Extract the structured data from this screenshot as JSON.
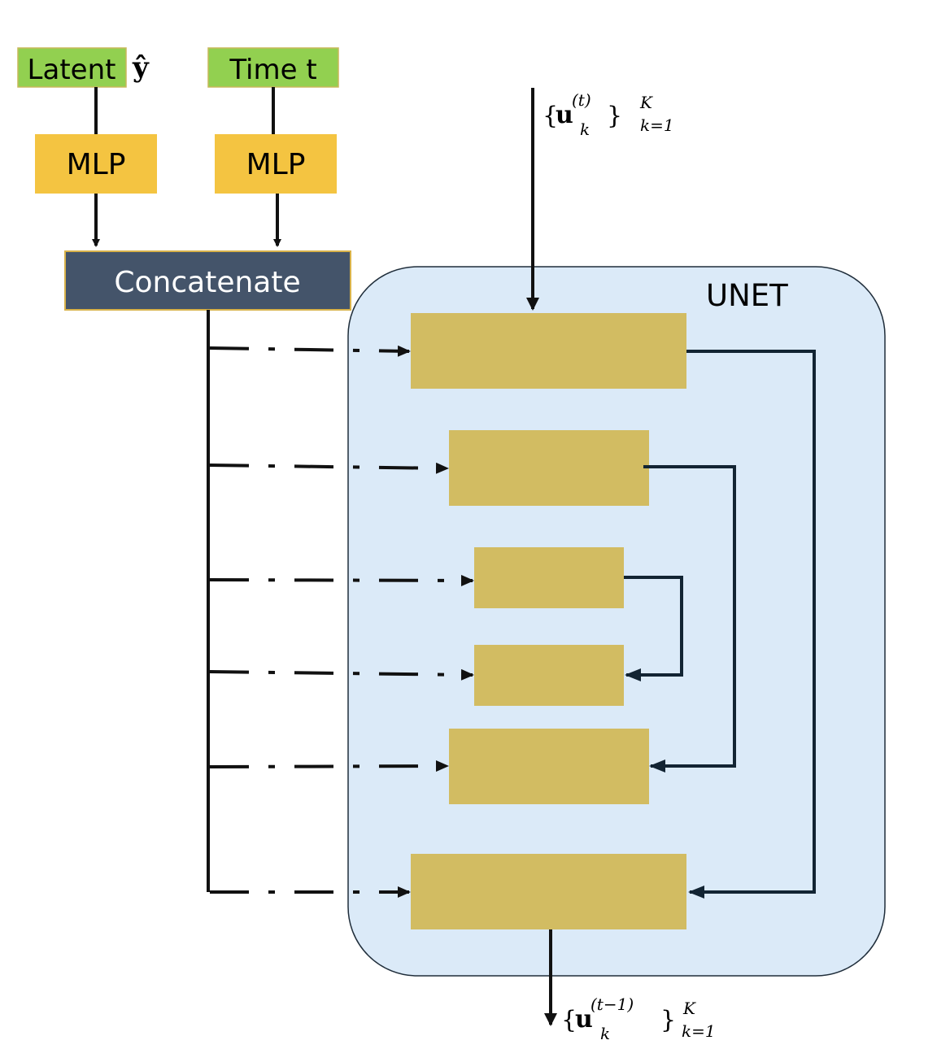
{
  "colors": {
    "input_fill": "#92d050",
    "input_border": "#c8b85a",
    "mlp_fill": "#f4c441",
    "concat_fill": "#44546a",
    "concat_border": "#d8b24a",
    "concat_text": "#ffffff",
    "unet_fill": "#dbeaf8",
    "unet_border": "#1f2d3a",
    "block_fill": "#d2bc62",
    "line": "#111111",
    "skip_line": "#122433"
  },
  "inputs": {
    "latent_label": "Latent",
    "latent_symbol": "ŷ",
    "time_label": "Time t"
  },
  "mlp": {
    "left_label": "MLP",
    "right_label": "MLP"
  },
  "concat": {
    "label": "Concatenate"
  },
  "unet": {
    "label": "UNET"
  },
  "math": {
    "input": {
      "open": "{",
      "base": "u",
      "sup": "(t)",
      "sub": "k",
      "close": "}",
      "upper": "K",
      "lower": "k=1"
    },
    "output": {
      "open": "{",
      "base": "u",
      "sup": "(t−1)",
      "sub": "k",
      "close": "}",
      "upper": "K",
      "lower": "k=1"
    }
  }
}
